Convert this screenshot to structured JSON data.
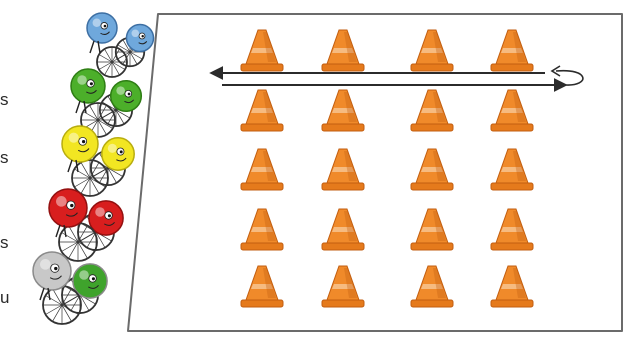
{
  "edge_text": [
    "s",
    "s",
    "s",
    "u"
  ],
  "colors": {
    "cone": "#f08a2a",
    "cone_dark": "#c25e10",
    "cone_base": "#e57a1c",
    "cone_stripe": "#fbe4c6",
    "field_border": "#6b6b6b",
    "field_fill": "#ffffff",
    "arrow": "#2b2b2b",
    "wheel": "#333333"
  },
  "cones": {
    "rows": 5,
    "cols": 4
  },
  "arrow": {
    "direction": "out-and-back",
    "turnaround": "right"
  },
  "players": [
    {
      "name": "blue-player",
      "color": "#6fa8dc",
      "shade": "#3d6fa3"
    },
    {
      "name": "green-player",
      "color": "#4caf2a",
      "shade": "#2e7d14"
    },
    {
      "name": "yellow-player",
      "color": "#f2e622",
      "shade": "#b8ad0f"
    },
    {
      "name": "red-player",
      "color": "#d81e1e",
      "shade": "#931010"
    },
    {
      "name": "gray-player",
      "color": "#c8c8c8",
      "shade": "#8a8a8a",
      "teammate": "#3fa32c"
    }
  ]
}
